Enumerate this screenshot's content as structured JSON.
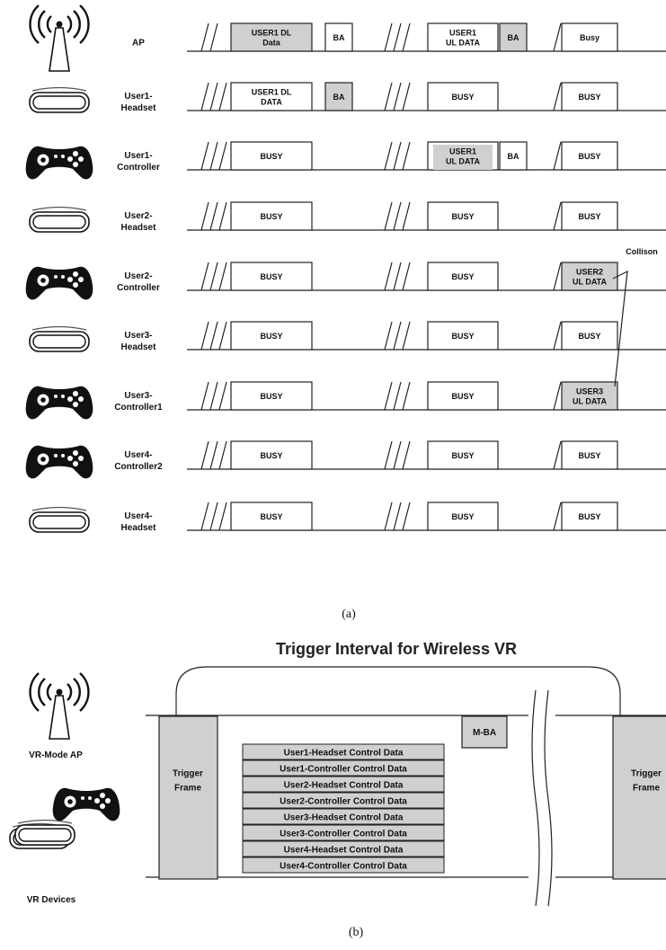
{
  "part_a": {
    "rows": [
      {
        "label": [
          "AP"
        ],
        "icon": "antenna-icon",
        "f1": {
          "text": [
            "USER1 DL",
            "Data"
          ],
          "gray": true
        },
        "b1": {
          "text": [
            "BA"
          ],
          "gray": false
        },
        "f2": {
          "text": [
            "USER1",
            "UL DATA"
          ],
          "gray": false
        },
        "b2": {
          "text": [
            "BA"
          ],
          "gray": true
        },
        "f3": {
          "text": [
            "Busy"
          ],
          "gray": false
        }
      },
      {
        "label": [
          "User1-",
          "Headset"
        ],
        "icon": "vr-headset-icon",
        "f1": {
          "text": [
            "USER1 DL",
            "DATA"
          ],
          "gray": false
        },
        "b1": {
          "text": [
            "BA"
          ],
          "gray": true
        },
        "f2": {
          "text": [
            "BUSY"
          ],
          "gray": false
        },
        "f3": {
          "text": [
            "BUSY"
          ],
          "gray": false
        }
      },
      {
        "label": [
          "User1-",
          "Controller"
        ],
        "icon": "game-controller-icon",
        "f1": {
          "text": [
            "BUSY"
          ],
          "gray": false
        },
        "f2": {
          "text": [
            "USER1",
            "UL DATA"
          ],
          "gray": true,
          "split": true
        },
        "b2": {
          "text": [
            "BA"
          ],
          "gray": false
        },
        "f3": {
          "text": [
            "BUSY"
          ],
          "gray": false
        }
      },
      {
        "label": [
          "User2-",
          "Headset"
        ],
        "icon": "vr-headset-icon",
        "f1": {
          "text": [
            "BUSY"
          ],
          "gray": false
        },
        "f2": {
          "text": [
            "BUSY"
          ],
          "gray": false
        },
        "f3": {
          "text": [
            "BUSY"
          ],
          "gray": false
        }
      },
      {
        "label": [
          "User2-",
          "Controller"
        ],
        "icon": "game-controller-icon",
        "f1": {
          "text": [
            "BUSY"
          ],
          "gray": false
        },
        "f2": {
          "text": [
            "BUSY"
          ],
          "gray": false
        },
        "f3": {
          "text": [
            "USER2",
            "UL DATA"
          ],
          "gray": true
        }
      },
      {
        "label": [
          "User3-",
          "Headset"
        ],
        "icon": "vr-headset-icon",
        "f1": {
          "text": [
            "BUSY"
          ],
          "gray": false
        },
        "f2": {
          "text": [
            "BUSY"
          ],
          "gray": false
        },
        "f3": {
          "text": [
            "BUSY"
          ],
          "gray": false
        }
      },
      {
        "label": [
          "User3-",
          "Controller1"
        ],
        "icon": "game-controller-icon",
        "f1": {
          "text": [
            "BUSY"
          ],
          "gray": false
        },
        "f2": {
          "text": [
            "BUSY"
          ],
          "gray": false
        },
        "f3": {
          "text": [
            "USER3",
            "UL DATA"
          ],
          "gray": true
        }
      },
      {
        "label": [
          "User4-",
          "Controller2"
        ],
        "icon": "game-controller-icon",
        "f1": {
          "text": [
            "BUSY"
          ],
          "gray": false
        },
        "f2": {
          "text": [
            "BUSY"
          ],
          "gray": false
        },
        "f3": {
          "text": [
            "BUSY"
          ],
          "gray": false
        }
      },
      {
        "label": [
          "User4-",
          "Headset"
        ],
        "icon": "vr-headset-icon",
        "f1": {
          "text": [
            "BUSY"
          ],
          "gray": false
        },
        "f2": {
          "text": [
            "BUSY"
          ],
          "gray": false
        },
        "f3": {
          "text": [
            "BUSY"
          ],
          "gray": false
        }
      }
    ],
    "collision_label": "Collison",
    "caption": "(a)"
  },
  "part_b": {
    "title": "Trigger Interval for Wireless VR",
    "ap_label": "VR-Mode AP",
    "devices_label": "VR Devices",
    "trigger_label": [
      "Trigger",
      "Frame"
    ],
    "mba_label": "M-BA",
    "control_items": [
      "User1-Headset Control Data",
      "User1-Controller Control Data",
      "User2-Headset Control Data",
      "User2-Controller Control Data",
      "User3-Headset Control Data",
      "User3-Controller Control Data",
      "User4-Headset Control Data",
      "User4-Controller Control Data"
    ],
    "caption": "(b)"
  },
  "colors": {
    "gray_fill": "#d0d0d0",
    "line": "#222222"
  }
}
